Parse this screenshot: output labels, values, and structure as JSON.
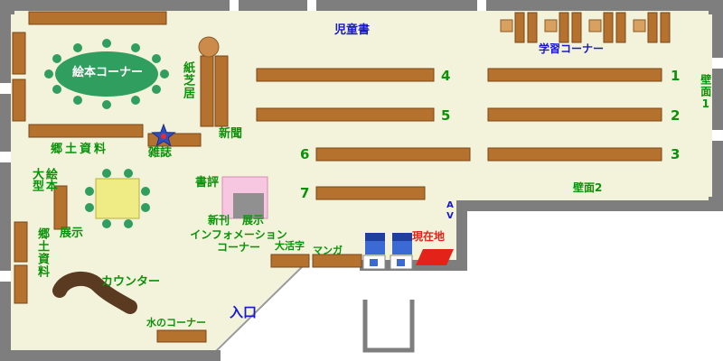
{
  "map_type": "library-floor-map",
  "colors": {
    "floor": "#f3f2da",
    "wall": "#7e7e7e",
    "shelf": "#b5722e",
    "shelf_border": "#7a4616",
    "counter_brown": "#5a3a20",
    "label_green": "#0a930a",
    "label_blue": "#1818cc",
    "label_red": "#e32219",
    "ehon_ellipse_green": "#2f9e5e",
    "table_yellow": "#f0ec85",
    "display_pink": "#f7c6e0",
    "terminal_blue": "#3c6ad4",
    "current_location_red": "#e32219",
    "star_blue": "#2f4fc0",
    "chair_tan": "#d8a15f"
  },
  "labels": {
    "children_books": "児童書",
    "study_corner": "学習コーナー",
    "wall_1": "壁面1",
    "wall_2": "壁面2",
    "picture_book_corner": "絵本コーナー",
    "kamishibai": "紙芝居",
    "newspaper": "新聞",
    "magazine": "雑誌",
    "local_materials_top": "郷土資料",
    "large_picture_books": "大型\n絵本",
    "local_materials_left": "郷土資料",
    "exhibit_left": "展示",
    "book_review": "書評",
    "new_books": "新刊",
    "display": "展示",
    "information_line1": "インフォメーション",
    "information_line2": "コーナー",
    "large_print": "大活字",
    "manga": "マンガ",
    "current_location": "現在地",
    "counter": "カウンター",
    "water_corner": "水のコーナー",
    "entrance": "入口",
    "av": "AV"
  },
  "shelf_numbers": {
    "n1": "1",
    "n2": "2",
    "n3": "3",
    "n4": "4",
    "n5": "5",
    "n6": "6",
    "n7": "7"
  }
}
